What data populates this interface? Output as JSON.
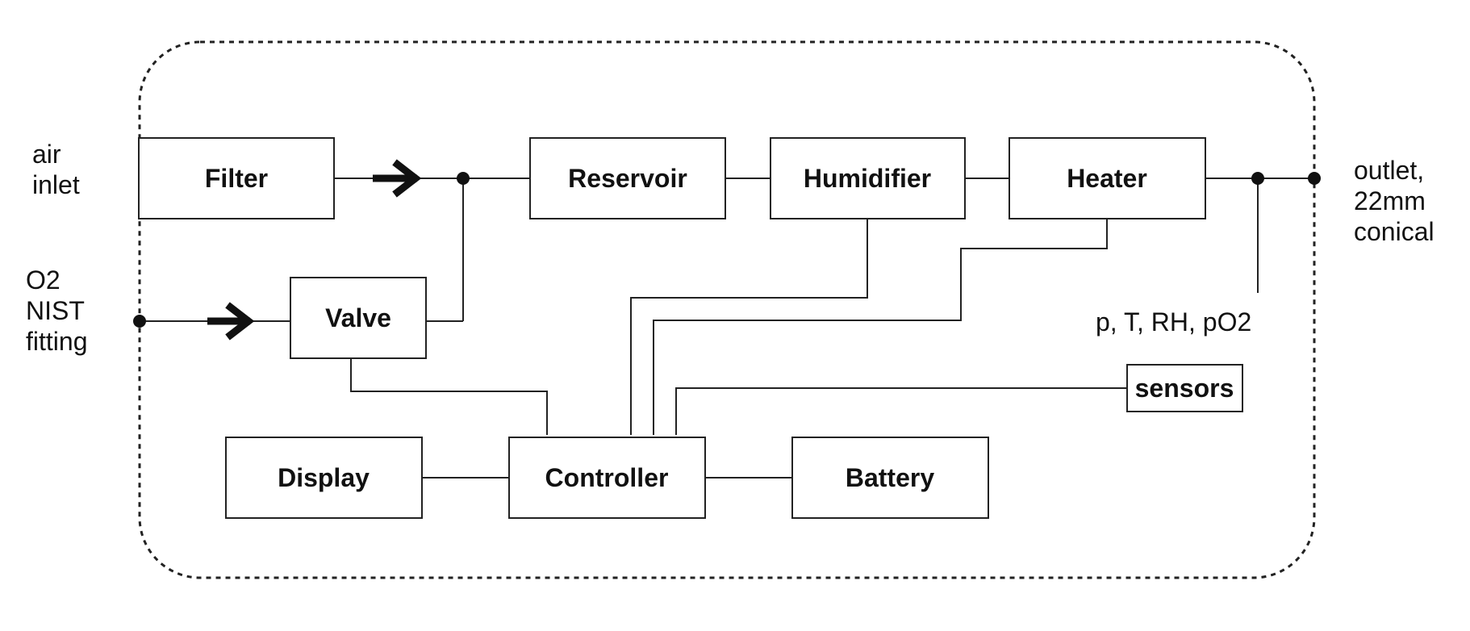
{
  "blocks": {
    "filter": "Filter",
    "reservoir": "Reservoir",
    "humidifier": "Humidifier",
    "heater": "Heater",
    "valve": "Valve",
    "sensors": "sensors",
    "display": "Display",
    "controller": "Controller",
    "battery": "Battery"
  },
  "labels": {
    "air_inlet": [
      "air",
      "inlet"
    ],
    "o2_inlet": [
      "O2",
      "NIST",
      "fitting"
    ],
    "outlet": [
      "outlet,",
      "22mm",
      "conical"
    ],
    "sensor_params": "p, T, RH, pO2"
  }
}
